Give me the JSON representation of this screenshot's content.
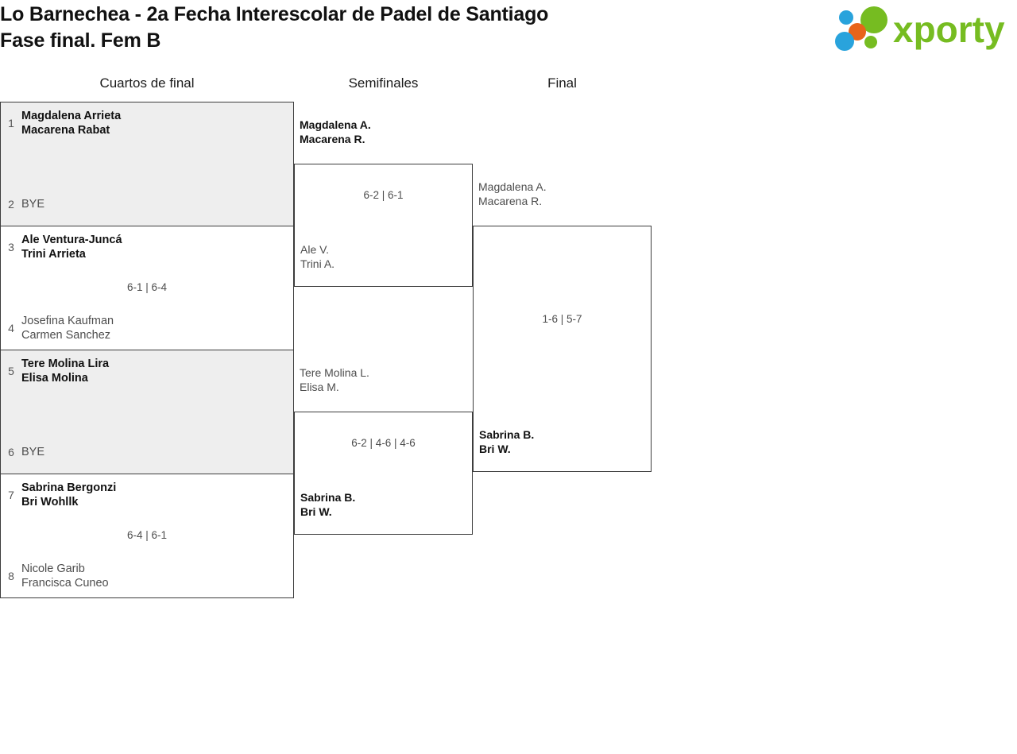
{
  "header": {
    "title_line1": "Lo Barnechea - 2a Fecha Interescolar de Padel de Santiago",
    "title_line2": "Fase final. Fem B",
    "logo_text": "xporty",
    "logo_colors": {
      "green": "#76bc21",
      "blue": "#29a3dc",
      "orange": "#e8641a"
    }
  },
  "rounds": [
    {
      "label": "Cuartos de final"
    },
    {
      "label": "Semifinales"
    },
    {
      "label": "Final"
    }
  ],
  "quarterfinals": [
    {
      "is_bye": true,
      "top": {
        "seed": "1",
        "line1": "Magdalena Arrieta",
        "line2": "Macarena Rabat",
        "result": "winner"
      },
      "bottom": {
        "seed": "2",
        "line1": "BYE",
        "line2": "",
        "result": "bye"
      },
      "score": ""
    },
    {
      "is_bye": false,
      "top": {
        "seed": "3",
        "line1": "Ale Ventura-Juncá",
        "line2": "Trini Arrieta",
        "result": "winner"
      },
      "bottom": {
        "seed": "4",
        "line1": "Josefina Kaufman",
        "line2": "Carmen Sanchez",
        "result": "loser"
      },
      "score": "6-1 | 6-4"
    },
    {
      "is_bye": true,
      "top": {
        "seed": "5",
        "line1": "Tere Molina Lira",
        "line2": "Elisa Molina",
        "result": "winner"
      },
      "bottom": {
        "seed": "6",
        "line1": "BYE",
        "line2": "",
        "result": "bye"
      },
      "score": ""
    },
    {
      "is_bye": false,
      "top": {
        "seed": "7",
        "line1": "Sabrina Bergonzi",
        "line2": "Bri Wohllk",
        "result": "winner"
      },
      "bottom": {
        "seed": "8",
        "line1": "Nicole Garib",
        "line2": "Francisca Cuneo",
        "result": "loser"
      },
      "score": "6-4 | 6-1"
    }
  ],
  "semifinals": [
    {
      "top": {
        "line1": "Magdalena A.",
        "line2": "Macarena R.",
        "result": "winner"
      },
      "bottom": {
        "line1": "Ale V.",
        "line2": "Trini A.",
        "result": "loser"
      },
      "score": "6-2 | 6-1"
    },
    {
      "top": {
        "line1": "Tere Molina L.",
        "line2": "Elisa M.",
        "result": "loser"
      },
      "bottom": {
        "line1": "Sabrina B.",
        "line2": "Bri W.",
        "result": "winner"
      },
      "score": "6-2 | 4-6 | 4-6"
    }
  ],
  "final": [
    {
      "top": {
        "line1": "Magdalena A.",
        "line2": "Macarena R.",
        "result": "loser"
      },
      "bottom": {
        "line1": "Sabrina B.",
        "line2": "Bri W.",
        "result": "winner"
      },
      "score": "1-6 | 5-7"
    }
  ]
}
